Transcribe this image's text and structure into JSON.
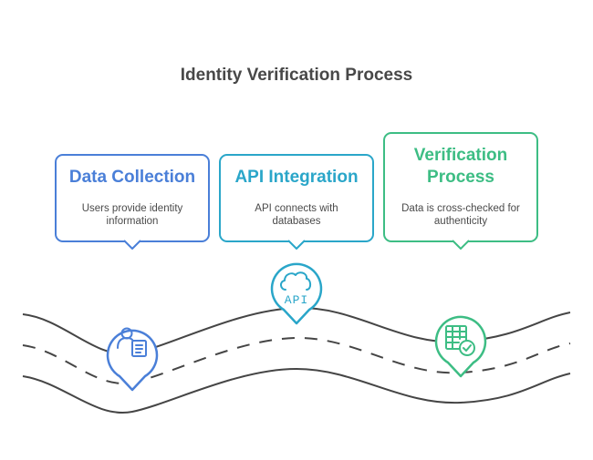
{
  "title": "Identity Verification Process",
  "steps": [
    {
      "title": "Data Collection",
      "description": "Users provide identity information",
      "color": "#4a7fd8",
      "icon": "user-form-icon"
    },
    {
      "title": "API Integration",
      "description": "API connects with databases",
      "color": "#2aa6c9",
      "icon": "cloud-api-icon"
    },
    {
      "title": "Verification Process",
      "description": "Data is cross-checked for authenticity",
      "color": "#3dbd84",
      "icon": "table-check-icon"
    }
  ],
  "api_label": "API"
}
